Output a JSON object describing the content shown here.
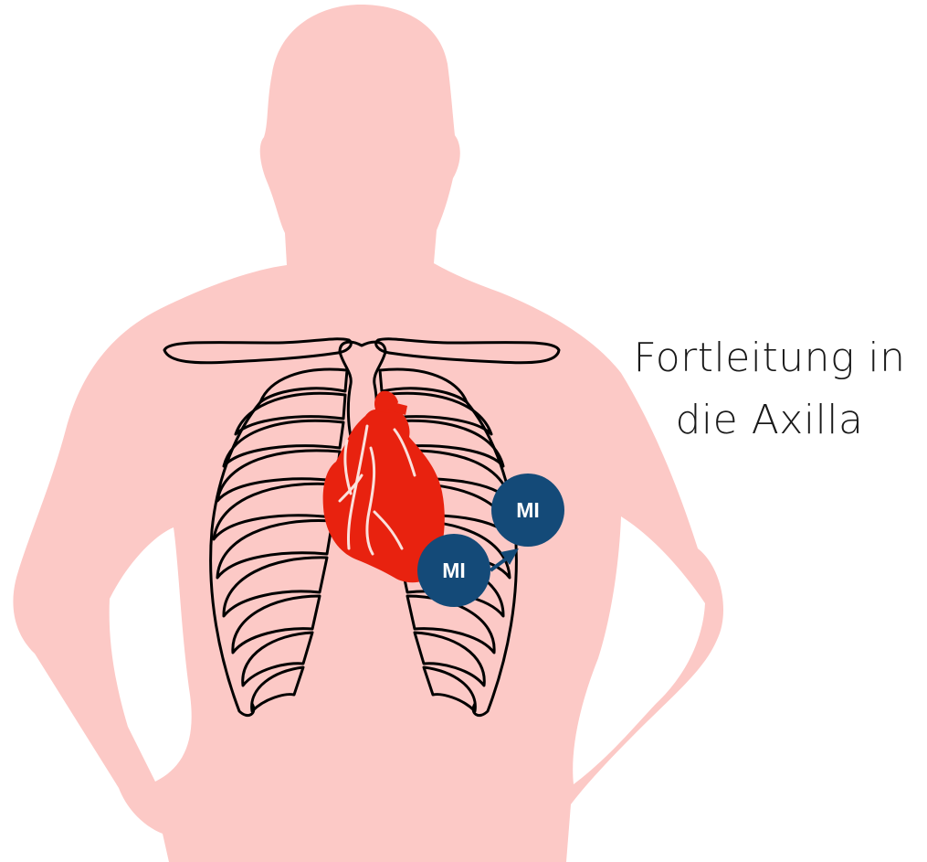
{
  "caption": {
    "line1": "Fortleitung in",
    "line2": "die Axilla"
  },
  "markers": {
    "upper": "MI",
    "lower": "MI"
  },
  "icons": {
    "figure": "human-torso-silhouette-icon",
    "ribcage": "ribcage-icon",
    "heart": "heart-icon",
    "arrow": "radiation-arrow-icon"
  },
  "colors": {
    "body": "#fcc9c6",
    "heart": "#e8220f",
    "heart_vessels": "#fbe1dc",
    "marker": "#144a78",
    "outline": "#000000",
    "caption_text": "#1a1a1a"
  }
}
